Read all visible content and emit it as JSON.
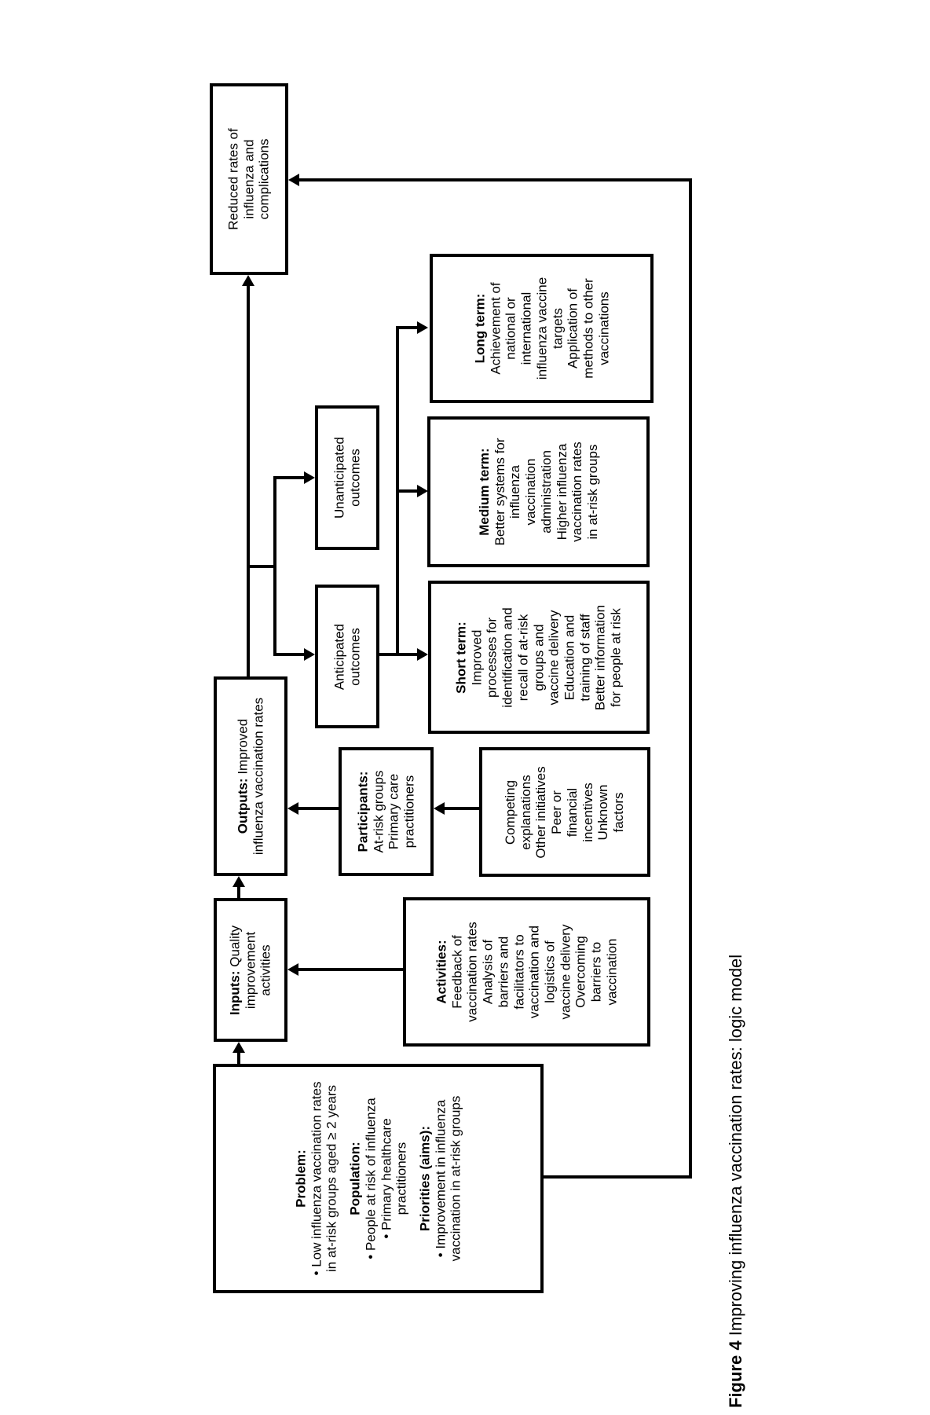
{
  "figure": {
    "caption_label": "Figure 4",
    "caption_text": "Improving influenza vaccination rates: logic model",
    "orientation": "rotated-90-ccw",
    "line_color": "#000000",
    "background_color": "#ffffff"
  },
  "boxes": {
    "problem": {
      "problem_title": "Problem:",
      "problem_text": "• Low influenza vaccination rates in at-risk groups aged ≥ 2 years",
      "population_title": "Population:",
      "population_text_1": "• People at risk of influenza",
      "population_text_2": "• Primary healthcare practitioners",
      "priorities_title": "Priorities (aims):",
      "priorities_text": "• Improvement in influenza vaccination in at-risk groups"
    },
    "inputs": {
      "title": "Inputs:",
      "text": " Quality improvement activities"
    },
    "activities": {
      "title": "Activities:",
      "lines": [
        "Feedback of",
        "vaccination rates",
        "Analysis of",
        "barriers and",
        "facilitators to",
        "vaccination and",
        "logistics of",
        "vaccine delivery",
        "Overcoming",
        "barriers to",
        "vaccination"
      ]
    },
    "participants": {
      "title": "Participants:",
      "lines": [
        "At-risk groups",
        "Primary care",
        "practitioners"
      ]
    },
    "competing": {
      "lines": [
        "Competing",
        "explanations",
        "Other initiatives",
        "Peer or",
        "financial",
        "incentives",
        "Unknown",
        "factors"
      ]
    },
    "outputs": {
      "title": "Outputs:",
      "text": " Improved influenza vaccination rates"
    },
    "anticipated": {
      "lines": [
        "Anticipated",
        "outcomes"
      ]
    },
    "unanticipated": {
      "lines": [
        "Unanticipated",
        "outcomes"
      ]
    },
    "short_term": {
      "title": "Short term:",
      "lines": [
        "Improved",
        "processes for",
        "identification and",
        "recall of at-risk",
        "groups and",
        "vaccine delivery",
        "Education and",
        "training of staff",
        "Better information",
        "for people at risk"
      ]
    },
    "medium_term": {
      "title": "Medium term:",
      "lines": [
        "Better systems for",
        "influenza",
        "vaccination",
        "administration",
        "Higher influenza",
        "vaccination rates",
        "in at-risk groups"
      ]
    },
    "long_term": {
      "title": "Long term:",
      "lines": [
        "Achievement of",
        "national or",
        "international",
        "influenza vaccine",
        "targets",
        "Application of",
        "methods to other",
        "vaccinations"
      ]
    },
    "reduced_rates": {
      "lines": [
        "Reduced rates of",
        "influenza and",
        "complications"
      ]
    }
  }
}
